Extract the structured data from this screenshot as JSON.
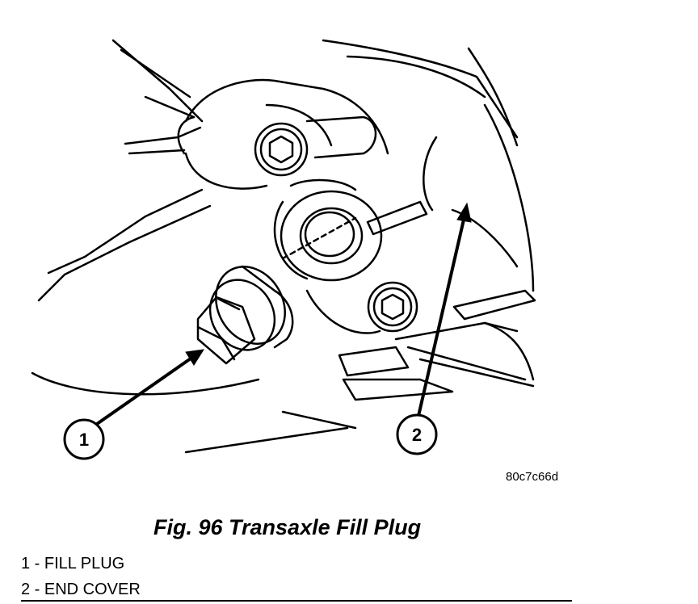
{
  "figure": {
    "id_code": "80c7c66d",
    "caption": "Fig. 96 Transaxle Fill Plug"
  },
  "callouts": [
    {
      "number": "1",
      "label": "1 - FILL PLUG"
    },
    {
      "number": "2",
      "label": "2 - END COVER"
    }
  ]
}
